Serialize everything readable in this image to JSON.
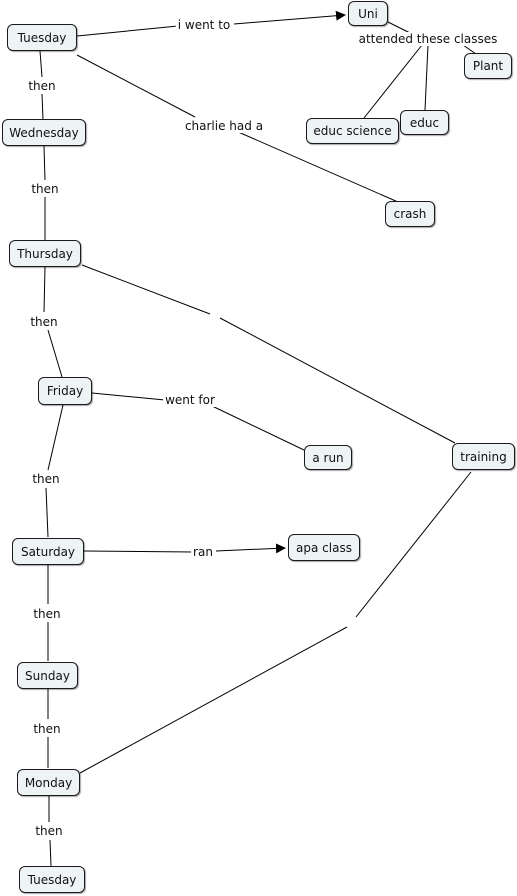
{
  "concepts": {
    "tuesday_top": "Tuesday",
    "wednesday": "Wednesday",
    "thursday": "Thursday",
    "friday": "Friday",
    "saturday": "Saturday",
    "sunday": "Sunday",
    "monday": "Monday",
    "tuesday_bottom": "Tuesday",
    "uni": "Uni",
    "plant": "Plant",
    "educ": "educ",
    "educ_science": "educ science",
    "crash": "crash",
    "a_run": "a run",
    "training": "training",
    "apa_class": "apa class"
  },
  "links": {
    "i_went_to": "i went to",
    "attended": "attended these classes",
    "charlie": "charlie had a",
    "then1": "then",
    "then2": "then",
    "then3": "then",
    "then4": "then",
    "then5": "then",
    "then6": "then",
    "then7": "then",
    "went_for": "went for",
    "ran": "ran"
  }
}
